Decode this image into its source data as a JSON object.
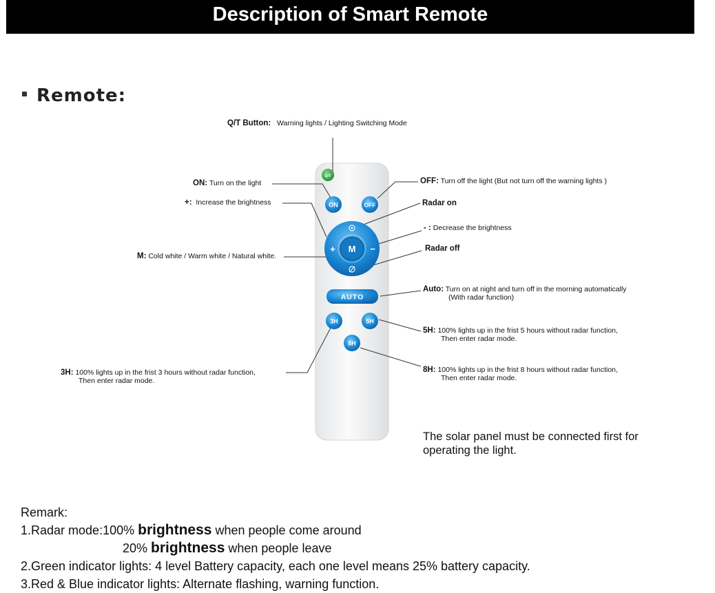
{
  "header": {
    "title": "Description of Smart Remote"
  },
  "section": {
    "title": "Remote:"
  },
  "buttons": {
    "qt": "Q/T",
    "on": "ON",
    "off": "OFF",
    "plus": "+",
    "m": "M",
    "minus": "−",
    "auto": "AUTO",
    "h3": "3H",
    "h5": "5H",
    "h8": "8H"
  },
  "callouts": {
    "qt": {
      "key": "Q/T Button:",
      "text": "Warning lights / Lighting Switching Mode"
    },
    "on": {
      "key": "ON:",
      "text": "Turn on the light"
    },
    "plus": {
      "key": "+:",
      "text": "Increase the brightness"
    },
    "m": {
      "key": "M:",
      "text": "Cold white / Warm white / Natural white."
    },
    "off": {
      "key": "OFF:",
      "text": "Turn off the light (But not turn off the warning lights )"
    },
    "radar_on": {
      "key": "Radar on",
      "text": ""
    },
    "minus": {
      "key": "- :",
      "text": "Decrease the brightness"
    },
    "radar_off": {
      "key": "Radar off",
      "text": ""
    },
    "auto": {
      "key": "Auto:",
      "text": "Turn on at night and turn off in the morning automatically",
      "text2": "(With radar function)"
    },
    "h5": {
      "key": "5H:",
      "text": "100% lights up in the frist 5 hours without radar function,",
      "text2": "Then enter radar mode."
    },
    "h8": {
      "key": "8H:",
      "text": "100% lights up in the frist 8 hours without radar function,",
      "text2": "Then enter radar mode."
    },
    "h3": {
      "key": "3H:",
      "text": "100% lights up in the frist 3 hours without radar function,",
      "text2": "Then enter radar mode."
    }
  },
  "note": "The solar panel must be connected  first for operating the light.",
  "remark": {
    "title": "Remark:",
    "line1_head": "1.Radar mode:",
    "line1_a": "100% ",
    "line1_b": "brightness",
    "line1_c": " when people come around",
    "line2_a": "20% ",
    "line2_b": "brightness",
    "line2_c": " when people leave",
    "line3_head": "2.Green indicator lights:",
    "line3_text": " 4 level Battery capacity,  each one level means 25% battery capacity.",
    "line4_head": "3.Red & Blue indicator lights:",
    "line4_text": " Alternate flashing, warning function."
  },
  "colors": {
    "button_blue": "#1e8fdc",
    "qt_green": "#2a9d3a",
    "header_bg": "#000000"
  }
}
